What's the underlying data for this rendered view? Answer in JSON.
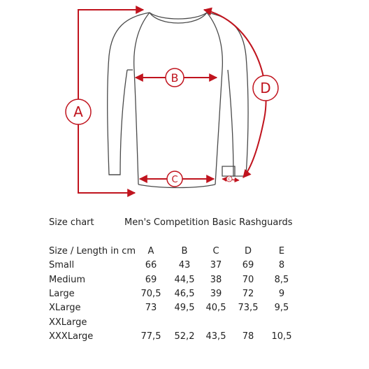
{
  "diagram": {
    "labels": {
      "a": "A",
      "b": "B",
      "c": "C",
      "d": "D",
      "cuff": "C"
    },
    "colors": {
      "accent": "#c0141e",
      "outline": "#4a4a4a"
    }
  },
  "chart_data": {
    "type": "table",
    "title": "Size chart",
    "subtitle": "Men's Competition Basic Rashguards",
    "header": [
      "Size / Length in cm",
      "A",
      "B",
      "C",
      "D",
      "E"
    ],
    "rows": [
      [
        "Small",
        "66",
        "43",
        "37",
        "69",
        "8"
      ],
      [
        "Medium",
        "69",
        "44,5",
        "38",
        "70",
        "8,5"
      ],
      [
        "Large",
        "70,5",
        "46,5",
        "39",
        "72",
        "9"
      ],
      [
        "XLarge",
        "73",
        "49,5",
        "40,5",
        "73,5",
        "9,5"
      ],
      [
        "XXLarge",
        "",
        "",
        "",
        "",
        ""
      ],
      [
        "XXXLarge",
        "77,5",
        "52,2",
        "43,5",
        "78",
        "10,5"
      ]
    ]
  }
}
